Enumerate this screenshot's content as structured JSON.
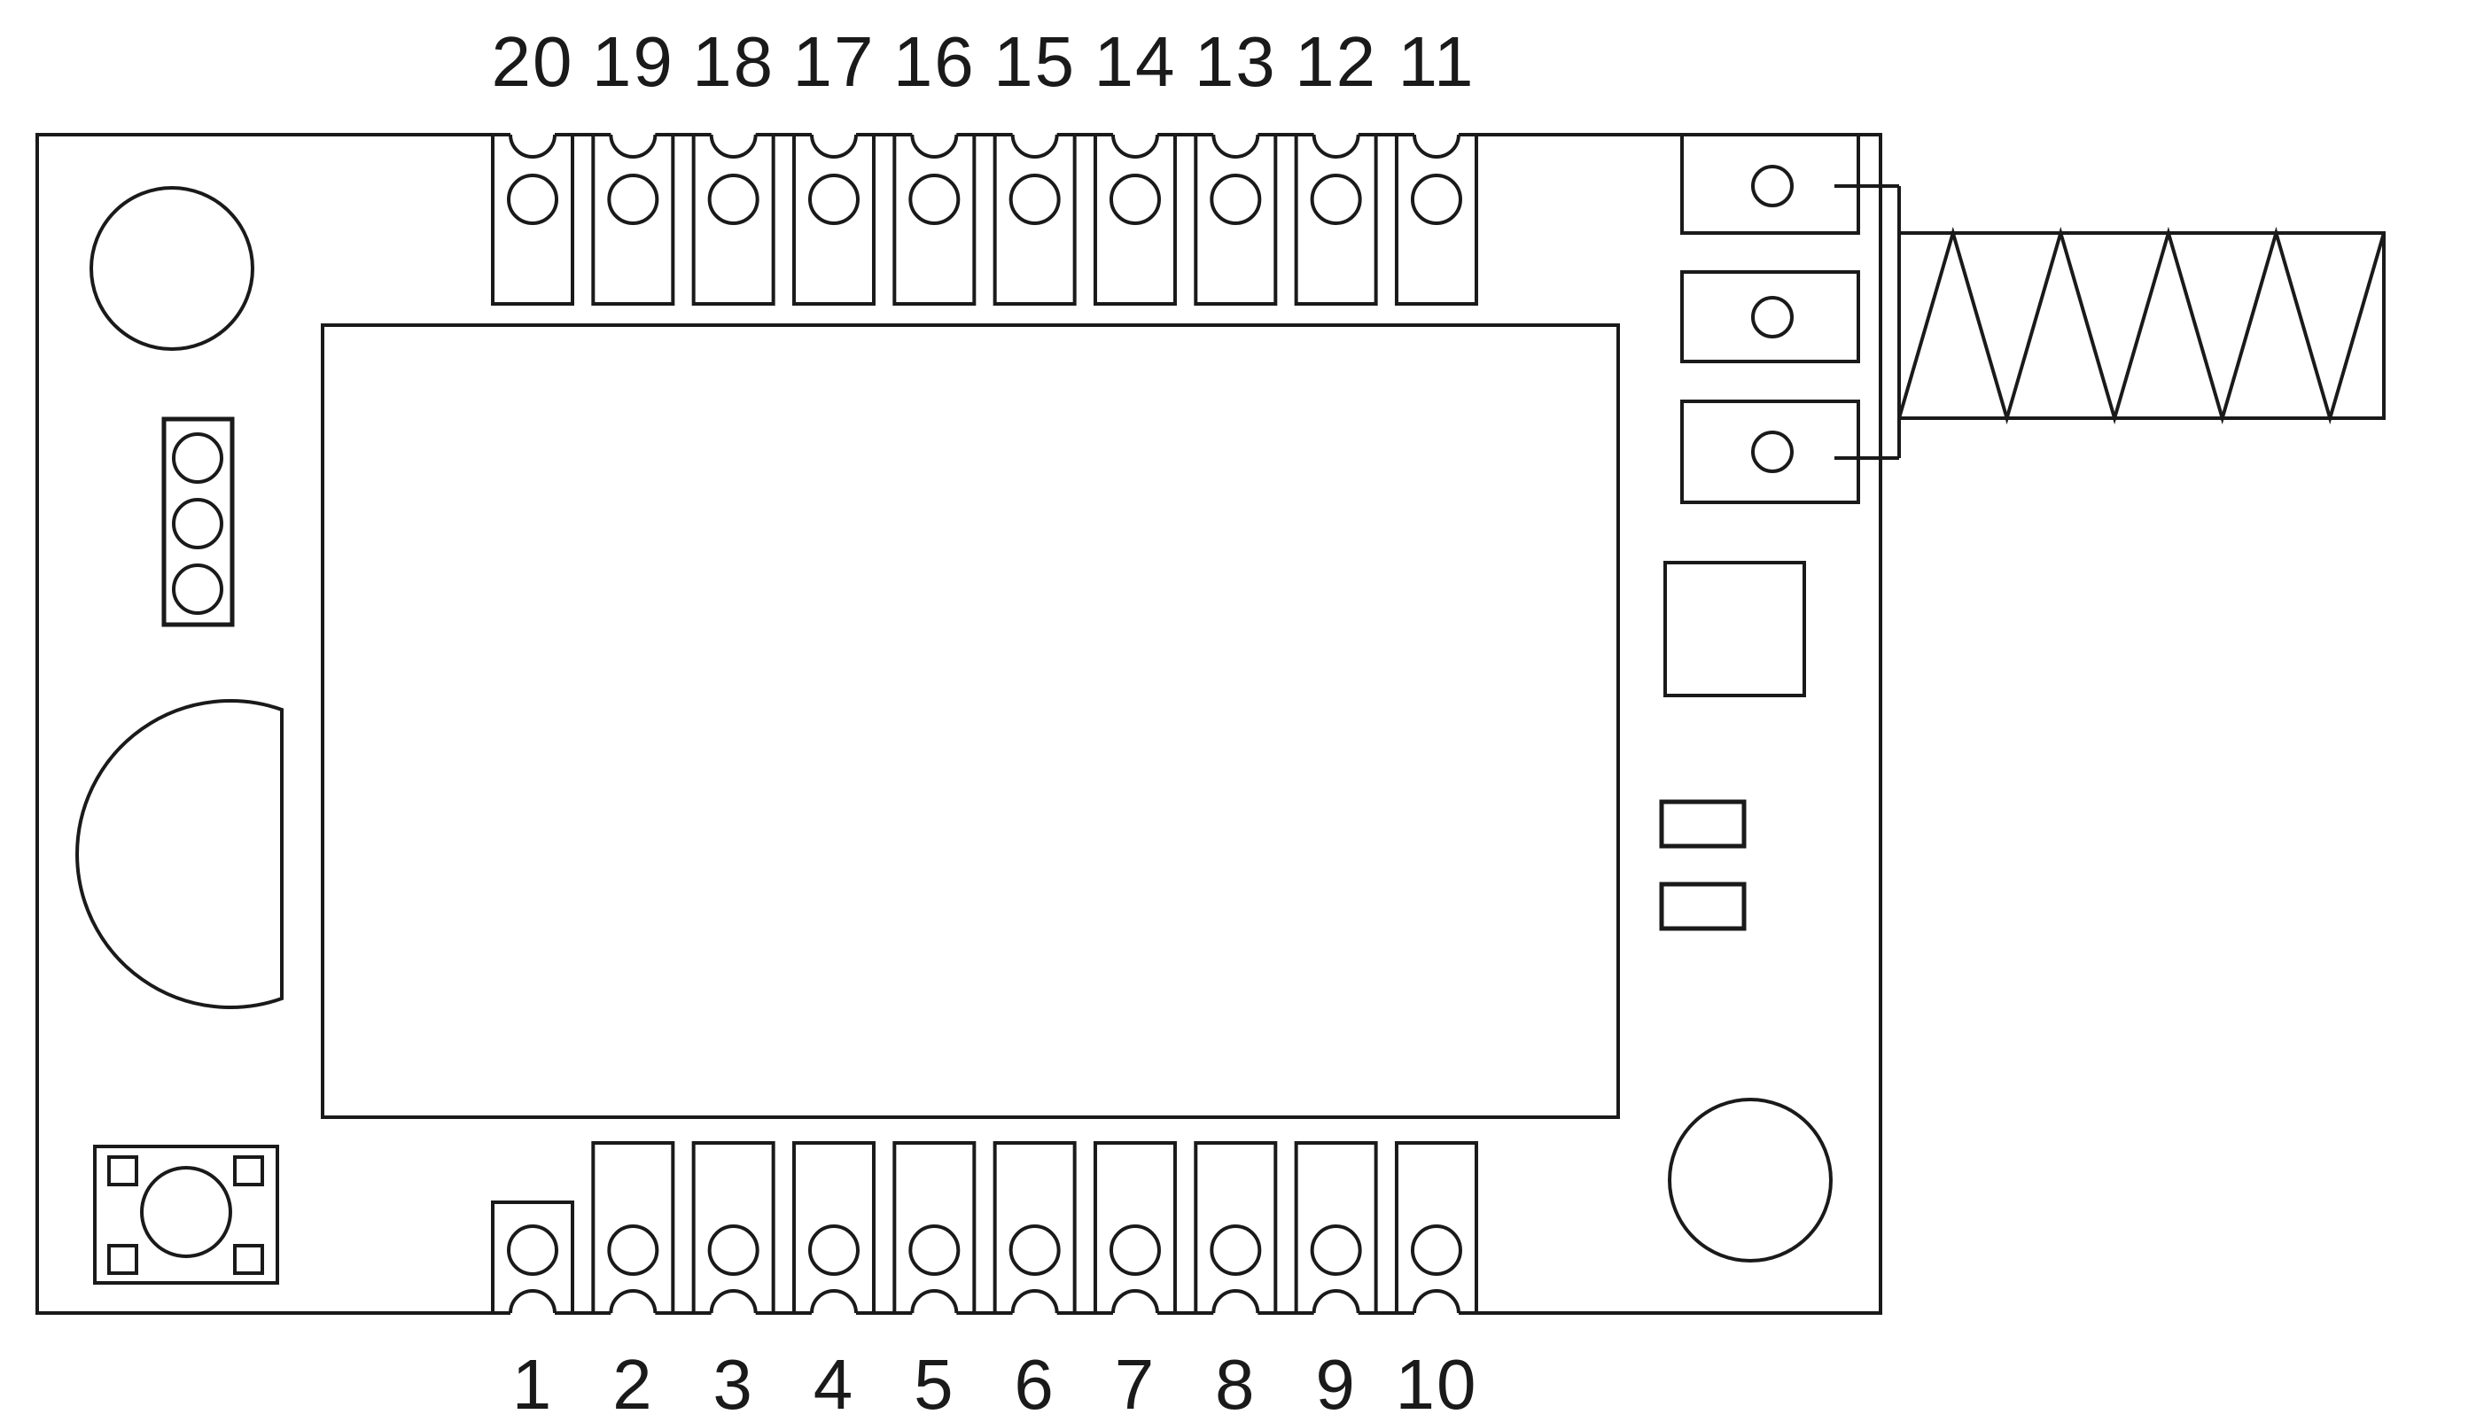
{
  "diagram": {
    "kind": "rf-module-pinout-drawing",
    "background_color": "#ffffff",
    "line_color": "#1a1a1a"
  },
  "pins": {
    "top_labels": [
      "20",
      "19",
      "18",
      "17",
      "16",
      "15",
      "14",
      "13",
      "12",
      "11"
    ],
    "bottom_labels": [
      "1",
      "2",
      "3",
      "4",
      "5",
      "6",
      "7",
      "8",
      "9",
      "10"
    ]
  },
  "components": {
    "board": "module-board-outline",
    "shield": "rf-shield-outline",
    "mount_hole_top_left": "mounting-hole",
    "mount_hole_bottom_right": "mounting-hole",
    "header": "three-hole-header",
    "d_cutout": "d-shaped-component",
    "button": "tactile-button",
    "antenna_pads": [
      "antenna-pad-1",
      "antenna-pad-2",
      "antenna-pad-3"
    ],
    "antenna": "zigzag-pcb-antenna",
    "ic": "ic-component",
    "passives": [
      "passive-component-1",
      "passive-component-2"
    ]
  }
}
